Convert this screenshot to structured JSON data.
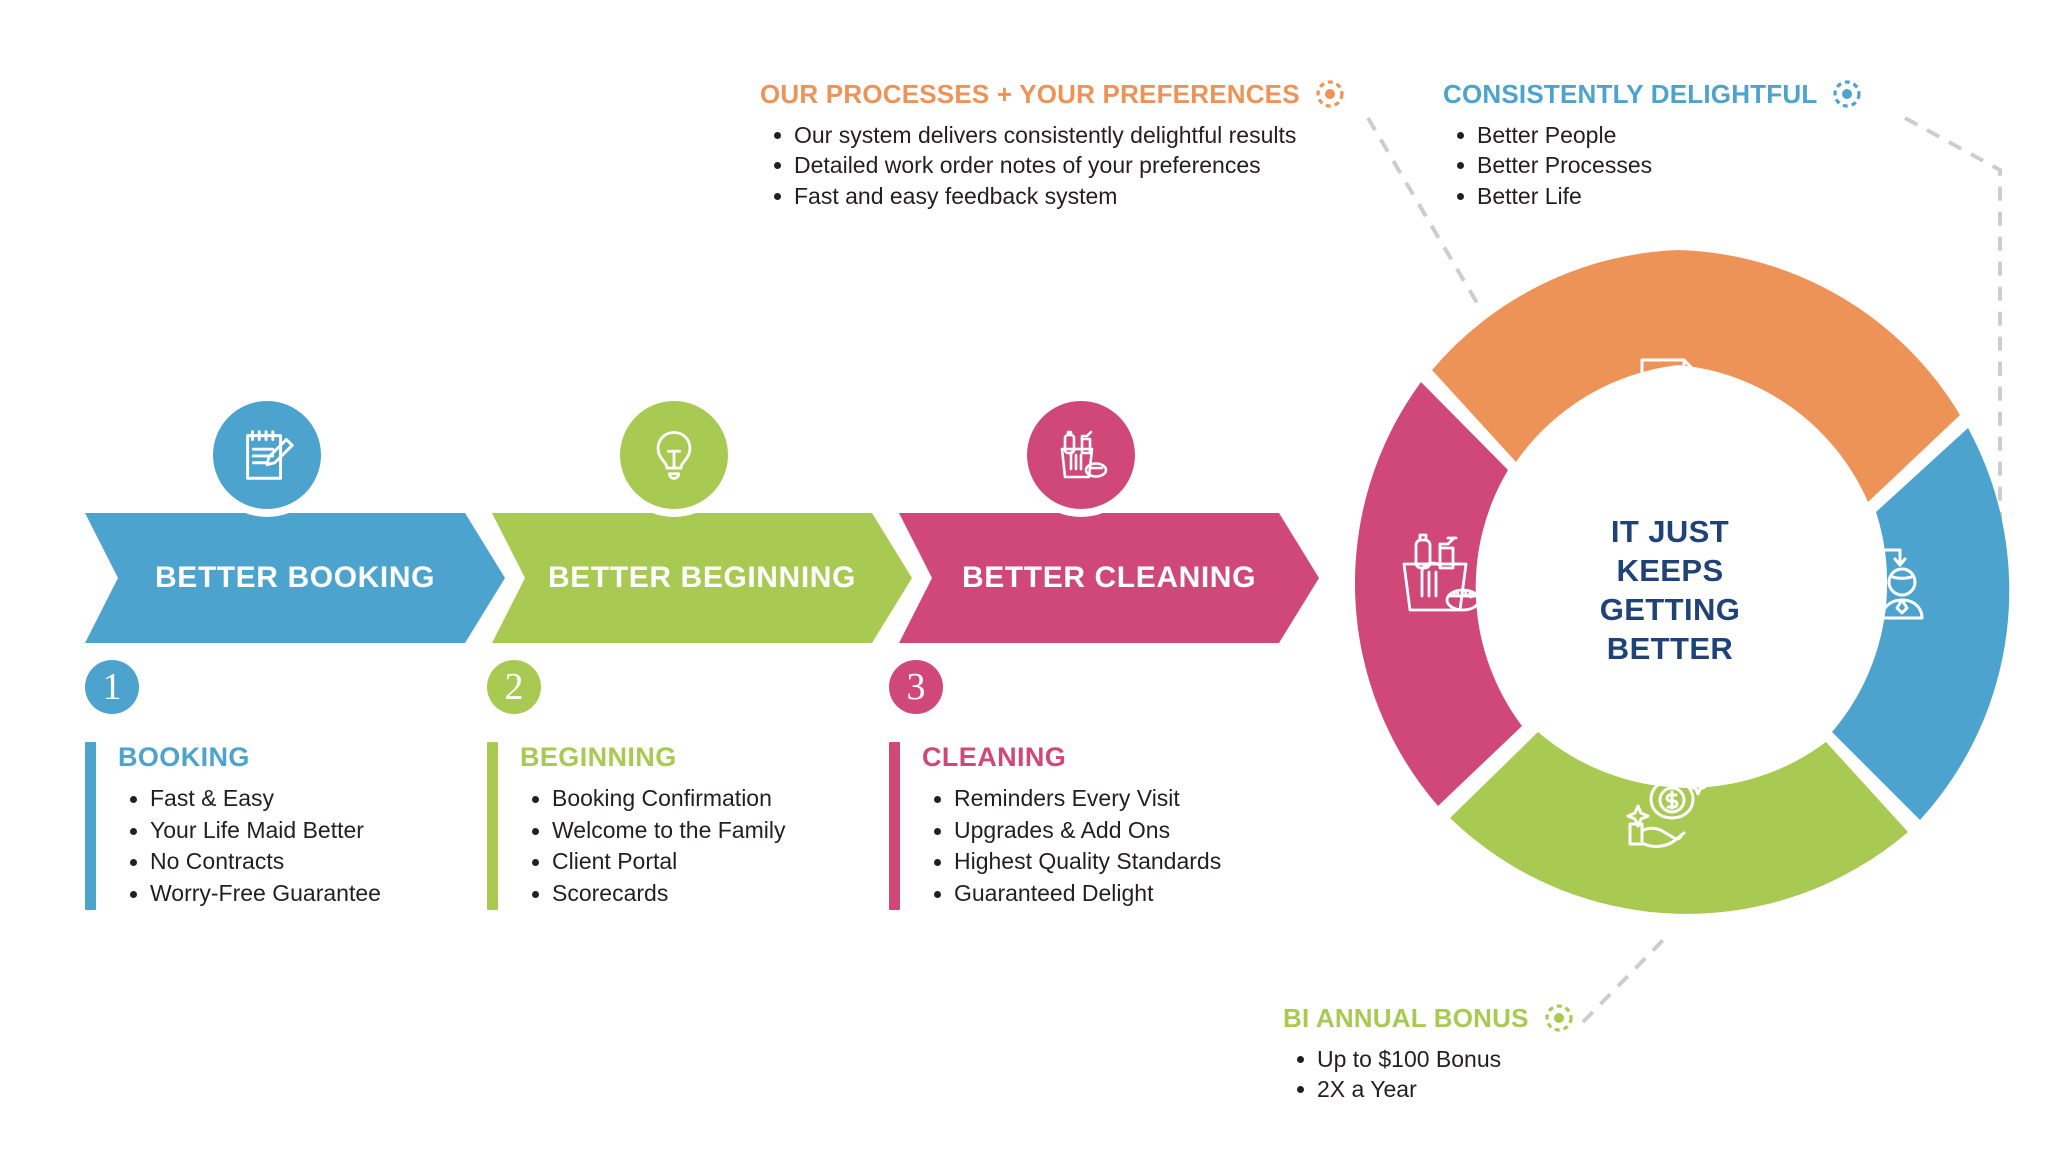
{
  "colors": {
    "blue": "#4BA3CE",
    "green": "#A8CA52",
    "pink": "#CF4877",
    "orange": "#EE9358",
    "navy": "#1F4277",
    "text": "#231F20",
    "connector": "#CDCDCD"
  },
  "callouts": [
    {
      "id": "processes-preferences",
      "title": "OUR PROCESSES + YOUR PREFERENCES",
      "color": "#EE9358",
      "marker_icon": "target-dot-icon",
      "items": [
        "Our system delivers consistently delightful results",
        "Detailed work order notes of your preferences",
        "Fast and easy feedback system"
      ]
    },
    {
      "id": "consistently-delightful",
      "title": "CONSISTENTLY DELIGHTFUL",
      "color": "#4BA3CE",
      "marker_icon": "target-dot-icon",
      "items": [
        "Better People",
        "Better Processes",
        "Better Life"
      ]
    },
    {
      "id": "bi-annual-bonus",
      "title": "BI ANNUAL BONUS",
      "color": "#A8CA52",
      "marker_icon": "target-dot-icon",
      "items": [
        "Up to $100 Bonus",
        "2X a Year"
      ]
    }
  ],
  "steps": [
    {
      "id": "booking",
      "banner_label": "BETTER BOOKING",
      "color": "#4BA3CE",
      "icon": "notepad-pencil-icon",
      "number": "1",
      "list_title": "BOOKING",
      "items": [
        "Fast & Easy",
        "Your Life Maid Better",
        "No Contracts",
        "Worry-Free Guarantee"
      ]
    },
    {
      "id": "beginning",
      "banner_label": "BETTER BEGINNING",
      "color": "#A8CA52",
      "icon": "lightbulb-icon",
      "number": "2",
      "list_title": "BEGINNING",
      "items": [
        "Booking Confirmation",
        "Welcome to the Family",
        "Client Portal",
        "Scorecards"
      ]
    },
    {
      "id": "cleaning",
      "banner_label": "BETTER CLEANING",
      "color": "#CF4877",
      "icon": "cleaning-caddy-icon",
      "number": "3",
      "list_title": "CLEANING",
      "items": [
        "Reminders Every Visit",
        "Upgrades & Add Ons",
        "Highest Quality Standards",
        "Guaranteed Delight"
      ]
    }
  ],
  "cycle": {
    "center_lines": [
      "IT JUST",
      "KEEPS",
      "GETTING",
      "BETTER"
    ],
    "segments": [
      {
        "id": "top",
        "color": "#EE9358",
        "icon": "checklist-document-icon"
      },
      {
        "id": "right",
        "color": "#4BA3CE",
        "icon": "two-people-arrows-icon"
      },
      {
        "id": "bottom",
        "color": "#A8CA52",
        "icon": "money-bag-hand-icon"
      },
      {
        "id": "left",
        "color": "#CF4877",
        "icon": "cleaning-bucket-sponge-icon"
      }
    ]
  }
}
